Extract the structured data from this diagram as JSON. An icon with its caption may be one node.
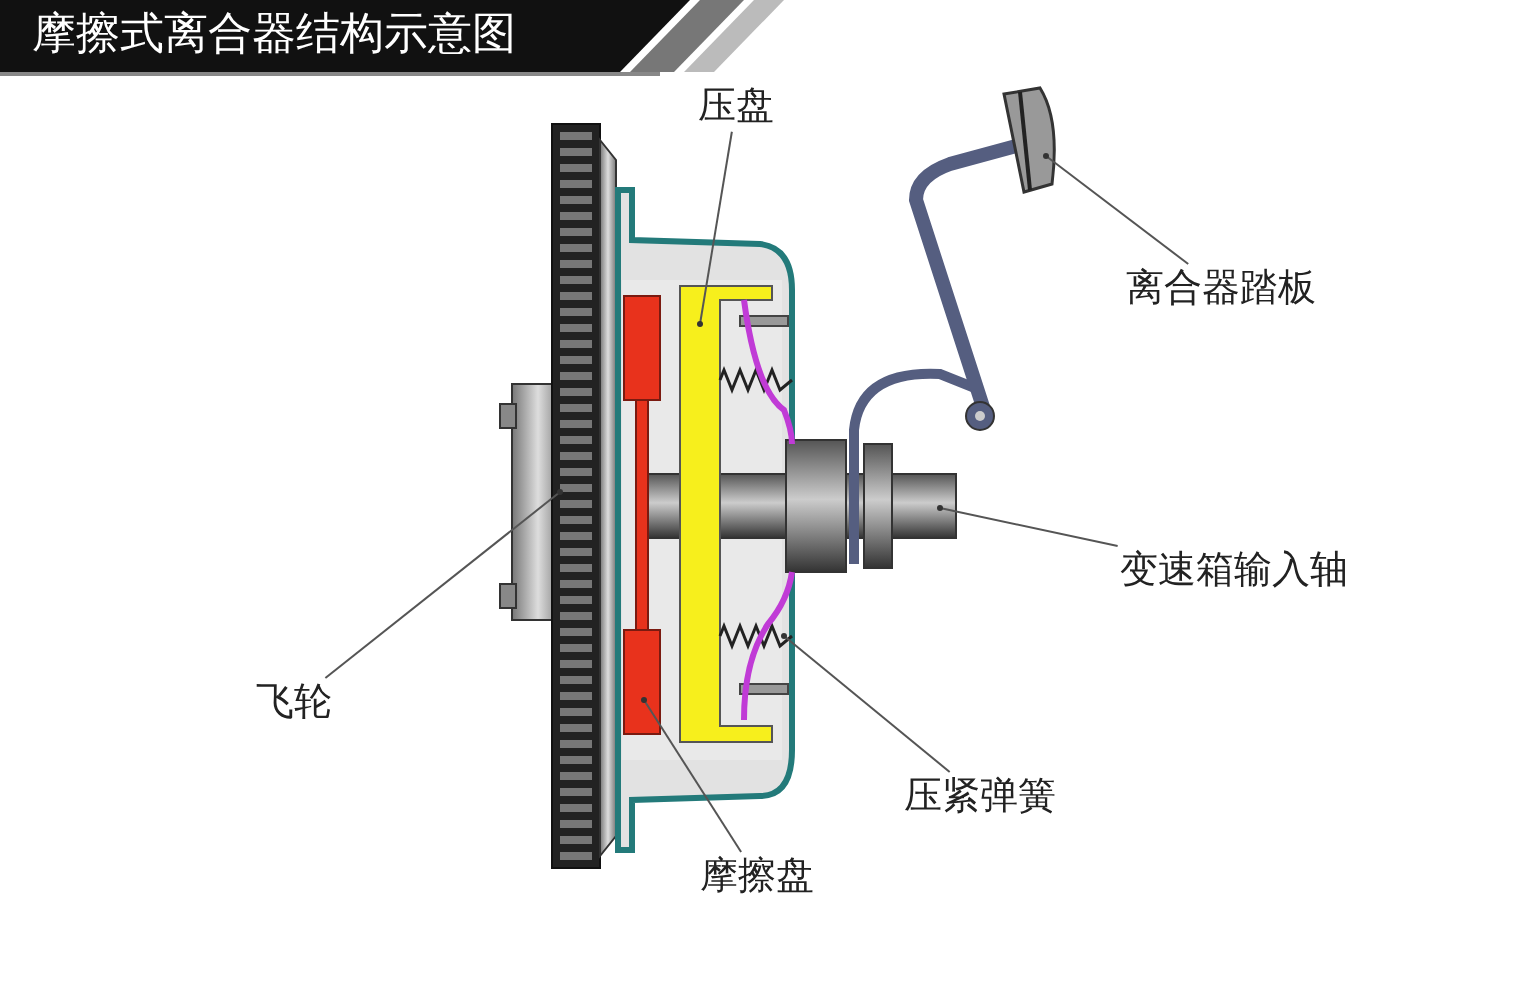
{
  "diagram": {
    "title": "摩擦式离合器结构示意图",
    "nodes": [
      {
        "text": [
          "压盘"
        ]
      },
      {
        "text": [
          "离合器踏板"
        ]
      },
      {
        "text": [
          "变速箱输入轴"
        ]
      },
      {
        "text": [
          "飞轮"
        ]
      },
      {
        "text": [
          "压紧弹簧"
        ]
      },
      {
        "text": [
          "摩擦盘"
        ]
      }
    ],
    "edges": [
      {
        "from": 0,
        "to": null,
        "arrow": "none"
      },
      {
        "from": 1,
        "to": null,
        "arrow": "none"
      },
      {
        "from": 2,
        "to": null,
        "arrow": "none"
      },
      {
        "from": 3,
        "to": null,
        "arrow": "none"
      },
      {
        "from": 4,
        "to": null,
        "arrow": "none"
      },
      {
        "from": 5,
        "to": null,
        "arrow": "none"
      }
    ]
  }
}
